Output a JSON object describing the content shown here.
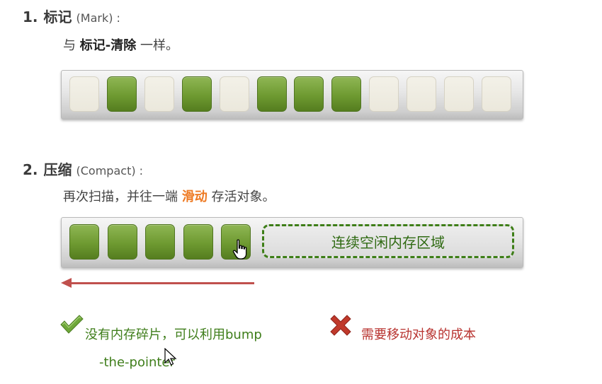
{
  "section1": {
    "number": "1.",
    "title": "标记",
    "title_en": "(Mark) :",
    "desc_prefix": "与 ",
    "desc_bold": "标记-清除",
    "desc_suffix": " 一样。",
    "blocks": [
      "free",
      "used",
      "free",
      "used",
      "free",
      "used",
      "used",
      "used",
      "free",
      "free",
      "free",
      "free"
    ]
  },
  "section2": {
    "number": "2.",
    "title": "压缩",
    "title_en": "(Compact) :",
    "desc_prefix": "再次扫描，并往一端 ",
    "desc_highlight": "滑动",
    "desc_suffix": " 存活对象。",
    "used_blocks": 5,
    "free_region_label": "连续空闲内存区域"
  },
  "pros": {
    "line1": "没有内存碎片，可以利用bump",
    "line2": "-the-pointer"
  },
  "cons": {
    "text": "需要移动对象的成本"
  },
  "colors": {
    "used_block": "#6e9a31",
    "free_block": "#efece1",
    "free_region_border": "#3d7e17",
    "arrow": "#c0504d",
    "highlight": "#ee7a23",
    "pro_text": "#3f7e1b",
    "con_text": "#b8332f"
  },
  "icons": {
    "pro": "check-icon",
    "con": "cross-icon",
    "cursor": "hand-cursor-icon",
    "pointer": "arrow-cursor-icon"
  }
}
